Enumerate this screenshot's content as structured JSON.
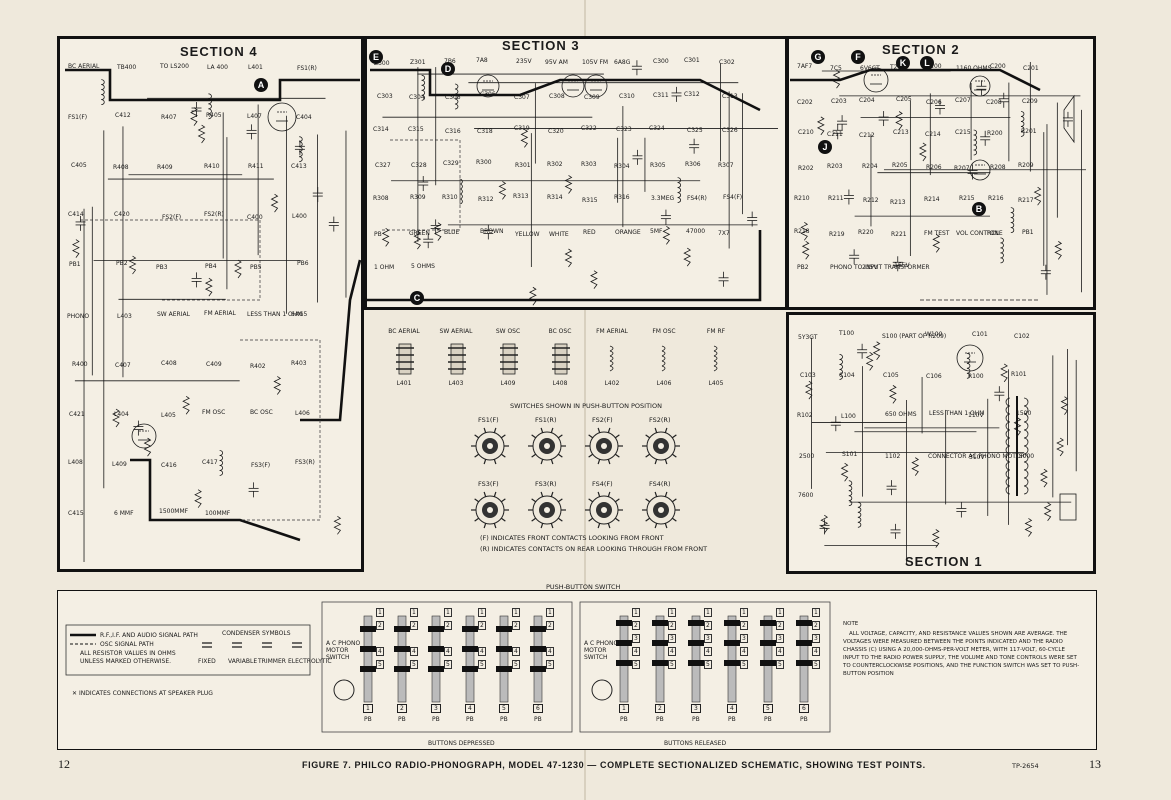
{
  "sections": {
    "s4": "SECTION 4",
    "s3": "SECTION 3",
    "s2": "SECTION 2",
    "s1": "SECTION  1"
  },
  "test_points": [
    "A",
    "B",
    "C",
    "D",
    "E",
    "F",
    "G",
    "J",
    "K",
    "L"
  ],
  "section4_labels": [
    "BC AERIAL",
    "TB400",
    "TO LS200",
    "LA 400",
    "L401",
    "FS1(R)",
    "FS1(F)",
    "C412",
    "R407",
    "R405",
    "L407",
    "C404",
    "C405",
    "R408",
    "R409",
    "R410",
    "R411",
    "C413",
    "C414",
    "C420",
    "FS2(F)",
    "FS2(R)",
    "C400",
    "L400",
    "PB1",
    "PB2",
    "PB3",
    "PB4",
    "PB5",
    "PB6",
    "PHONO",
    "L403",
    "SW AERIAL",
    "FM AERIAL",
    "LESS THAN 1 OHM",
    "6AG5",
    "R400",
    "C407",
    "C408",
    "C409",
    "R402",
    "R403",
    "C421",
    "L404",
    "L405",
    "FM OSC",
    "BC OSC",
    "L406",
    "L408",
    "L409",
    "C416",
    "C417",
    "FS3(F)",
    "FS3(R)",
    "C415",
    "6 MMF",
    "1500MMF",
    "100MMF"
  ],
  "section3_labels": [
    "Z300",
    "Z301",
    "7B6",
    "7A8",
    "235V",
    "95V AM",
    "105V FM",
    "6A8G",
    "C300",
    "C301",
    "C302",
    "C303",
    "C304",
    "C305",
    "C306",
    "C307",
    "C308",
    "C309",
    "C310",
    "C311",
    "C312",
    "C313",
    "C314",
    "C315",
    "C316",
    "C318",
    "C319",
    "C320",
    "C322",
    "C323",
    "C324",
    "C325",
    "C326",
    "C327",
    "C328",
    "C329",
    "R300",
    "R301",
    "R302",
    "R303",
    "R304",
    "R305",
    "R306",
    "R307",
    "R308",
    "R309",
    "R310",
    "R312",
    "R313",
    "R314",
    "R315",
    "R316",
    "3.3MEG",
    "FS4(R)",
    "FS4(F)",
    "PB",
    "GREEN",
    "BLUE",
    "BROWN",
    "YELLOW",
    "WHITE",
    "RED",
    "ORANGE",
    "5MF",
    "47000",
    "7X7",
    "1 OHM",
    "5 OHMS"
  ],
  "section2_labels": [
    "7AF7",
    "7C5",
    "6V6GT",
    "T200",
    "LS200",
    "1160 OHMS",
    "C200",
    "C201",
    "C202",
    "C203",
    "C204",
    "C205",
    "C206",
    "C207",
    "C208",
    "C209",
    "C210",
    "C211",
    "C212",
    "C213",
    "C214",
    "C215",
    "R200",
    "R201",
    "R202",
    "R203",
    "R204",
    "R205",
    "R206",
    "R207",
    "R208",
    "R209",
    "R210",
    "R211",
    "R212",
    "R213",
    "R214",
    "R215",
    "R216",
    "R217",
    "R218",
    "R219",
    "R220",
    "R221",
    "FM TEST",
    "VOL CONTROL",
    "TONE",
    "PB1",
    "PB2",
    "PHONO TO INPUT TRANSFORMER",
    "235V",
    "165V"
  ],
  "section1_labels": [
    "5Y3GT",
    "T100",
    "S100 (PART OF R209)",
    "W100",
    "C101",
    "C102",
    "C103",
    "C104",
    "C105",
    "C106",
    "R100",
    "R101",
    "R102",
    "L100",
    "650 OHMS",
    "LESS THAN 1 OHM",
    "110V",
    "1500",
    "2500",
    "S101",
    "1102",
    "CONNECTOR AC PHONO MOTOR",
    "310V",
    "15000",
    "7600"
  ],
  "middle": {
    "coils": [
      {
        "name": "BC AERIAL",
        "ref": "L401"
      },
      {
        "name": "SW AERIAL",
        "ref": "L403"
      },
      {
        "name": "SW OSC",
        "ref": "L409"
      },
      {
        "name": "BC OSC",
        "ref": "L408"
      },
      {
        "name": "FM AERIAL",
        "ref": "L402"
      },
      {
        "name": "FM OSC",
        "ref": "L406"
      },
      {
        "name": "FM RF",
        "ref": "L405"
      }
    ],
    "switch_caption": "SWITCHES SHOWN IN PUSH-BUTTON POSITION",
    "switches": [
      "FS1(F)",
      "FS1(R)",
      "FS2(F)",
      "FS2(R)",
      "FS3(F)",
      "FS3(R)",
      "FS4(F)",
      "FS4(R)"
    ],
    "note_f": "(F) INDICATES FRONT CONTACTS LOOKING FROM FRONT",
    "note_r": "(R) INDICATES CONTACTS ON REAR LOOKING THROUGH FROM FRONT"
  },
  "bottom": {
    "push_button_switch": "PUSH-BUTTON SWITCH",
    "legend_rf": "R.F.,I.F. AND AUDIO SIGNAL PATH",
    "legend_osc": "OSC SIGNAL PATH",
    "legend_res": "ALL RESISTOR VALUES IN OHMS UNLESS MARKED OTHERWISE.",
    "condenser_title": "CONDENSER SYMBOLS",
    "condenser_types": [
      "FIXED",
      "VARIABLE",
      "TRIMMER",
      "ELECTROLYTIC"
    ],
    "speaker_note": "INDICATES CONNECTIONS AT SPEAKER PLUG",
    "phono_switch": "A C PHONO MOTOR SWITCH",
    "pb_label": "PB",
    "buttons_depressed": "BUTTONS DEPRESSED",
    "buttons_released": "BUTTONS RELEASED",
    "pb_numbers": [
      "1",
      "2",
      "3",
      "4",
      "5",
      "6"
    ],
    "contact_numbers": [
      "1",
      "2",
      "3",
      "4",
      "5"
    ],
    "note_title": "NOTE",
    "note_text": "ALL VOLTAGE, CAPACITY, AND RESISTANCE VALUES SHOWN ARE AVERAGE. THE VOLTAGES WERE MEASURED BETWEEN THE POINTS INDICATED AND THE RADIO CHASSIS (C) USING A 20,000-OHMS-PER-VOLT METER, WITH 117-VOLT, 60-CYCLE INPUT TO THE RADIO POWER SUPPLY, THE VOLUME AND TONE CONTROLS WERE SET TO COUNTERCLOCKWISE POSITIONS, AND THE FUNCTION SWITCH WAS SET TO PUSH-BUTTON POSITION"
  },
  "footer": {
    "page_left": "12",
    "page_right": "13",
    "caption": "FIGURE 7.  PHILCO RADIO-PHONOGRAPH, MODEL 47-1230 — COMPLETE SECTIONALIZED SCHEMATIC, SHOWING TEST POINTS.",
    "code": "TP-2654"
  }
}
